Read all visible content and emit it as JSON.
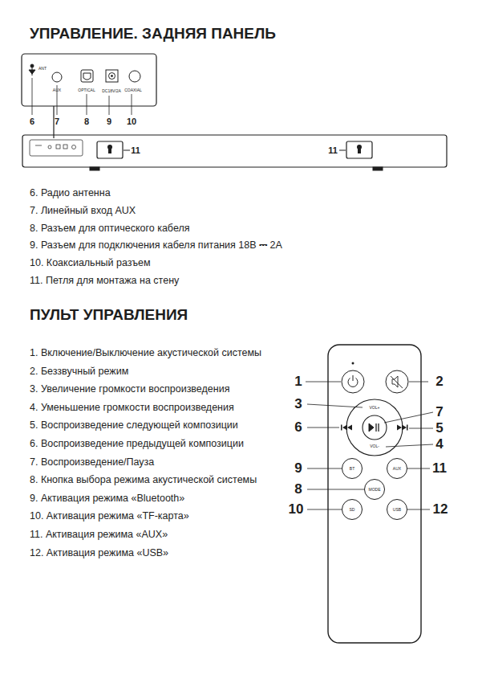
{
  "diagram": {
    "title": "УПРАВЛЕНИЕ. ЗАДНЯЯ ПАНЕЛЬ",
    "nodes": [
      {
        "text": [
          "BT"
        ]
      },
      {
        "text": [
          "AUX"
        ]
      },
      {
        "text": [
          "MODE"
        ]
      },
      {
        "text": [
          "SD"
        ]
      },
      {
        "text": [
          "USB"
        ]
      }
    ],
    "labels": [
      "ANT",
      "AUX",
      "OPTICAL",
      "DC18V/2A",
      "COAXIAL",
      "6",
      "7",
      "8",
      "9",
      "10",
      "11",
      "11",
      "6. Радио антенна",
      "7. Линейный вход AUX",
      "8. Разъем для оптического кабеля",
      "9. Разъем для подключения кабеля питания 18В ⎓ 2А",
      "10. Коаксиальный разъем",
      "11. Петля для монтажа на стену",
      "ПУЛЬТ УПРАВЛЕНИЯ",
      "1. Включение/Выключение акустической системы",
      "2. Беззвучный режим",
      "3. Увеличение громкости воспроизведения",
      "4. Уменьшение громкости воспроизведения",
      "5. Воспроизведение следующей композиции",
      "6. Воспроизведение предыдущей композиции",
      "7. Воспроизведение/Пауза",
      "8. Кнопка выбора режима акустической системы",
      "9. Активация режима «Bluetooth»",
      "10. Активация режима «TF-карта»",
      "11. Активация режима «AUX»",
      "12. Активация режима «USB»",
      "VOL+",
      "VOL-",
      "1",
      "2",
      "3",
      "7",
      "6",
      "5",
      "4",
      "9",
      "11",
      "8",
      "10",
      "12"
    ]
  }
}
